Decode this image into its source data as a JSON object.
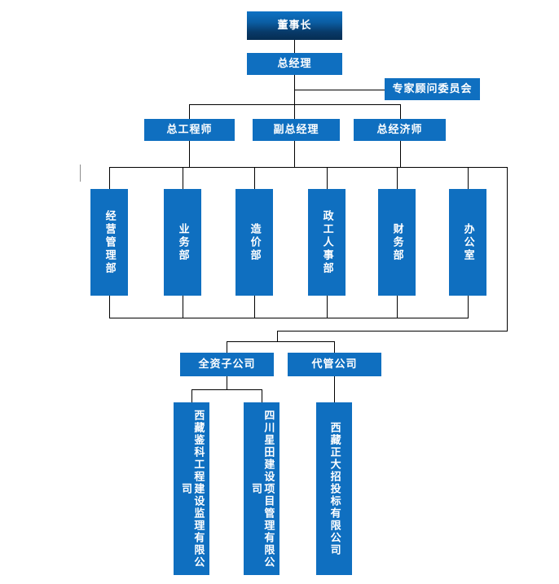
{
  "diagram": {
    "title_node": {
      "label": "董事长"
    },
    "level2": {
      "label": "总经理"
    },
    "advisory": {
      "label": "专家顾问委员会"
    },
    "executives": [
      {
        "label": "总工程师"
      },
      {
        "label": "副总经理"
      },
      {
        "label": "总经济师"
      }
    ],
    "departments": [
      {
        "label": "经营管理部"
      },
      {
        "label": "业务部"
      },
      {
        "label": "造价部"
      },
      {
        "label": "政工人事部"
      },
      {
        "label": "财务部"
      },
      {
        "label": "办公室"
      }
    ],
    "company_groups": [
      {
        "label": "全资子公司"
      },
      {
        "label": "代管公司"
      }
    ],
    "companies": [
      {
        "label": "西藏鉴科工程建设监理有限公司"
      },
      {
        "label": "四川星田建设项目管理有限公司"
      },
      {
        "label": "西藏正大招投标有限公司"
      }
    ],
    "colors": {
      "box_blue": "#0f6fc0",
      "chairman_dark": "#062d52",
      "line": "#000000",
      "text": "#ffffff",
      "tick_gray": "#8e8e8e"
    }
  }
}
